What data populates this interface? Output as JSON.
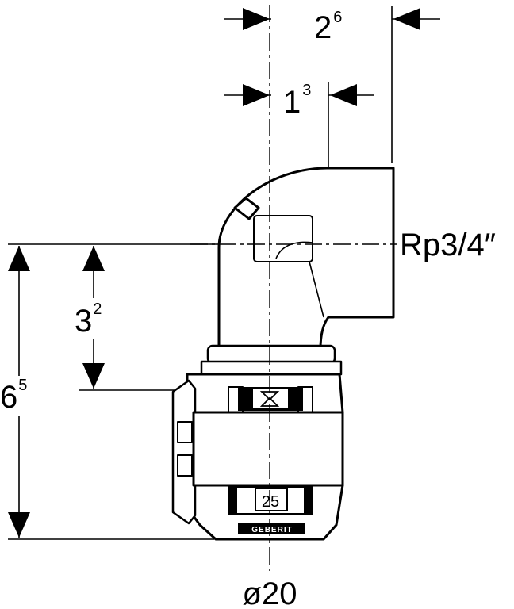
{
  "dimensions": {
    "top_outer": {
      "value": "2",
      "superscript": "6"
    },
    "top_inner": {
      "value": "1",
      "superscript": "3"
    },
    "left_inner": {
      "value": "3",
      "superscript": "2"
    },
    "left_outer": {
      "value": "6",
      "superscript": "5"
    }
  },
  "labels": {
    "thread": "Rp3/4″",
    "diameter": "ø20",
    "size_marking": "25",
    "brand": "GEBERIT"
  }
}
